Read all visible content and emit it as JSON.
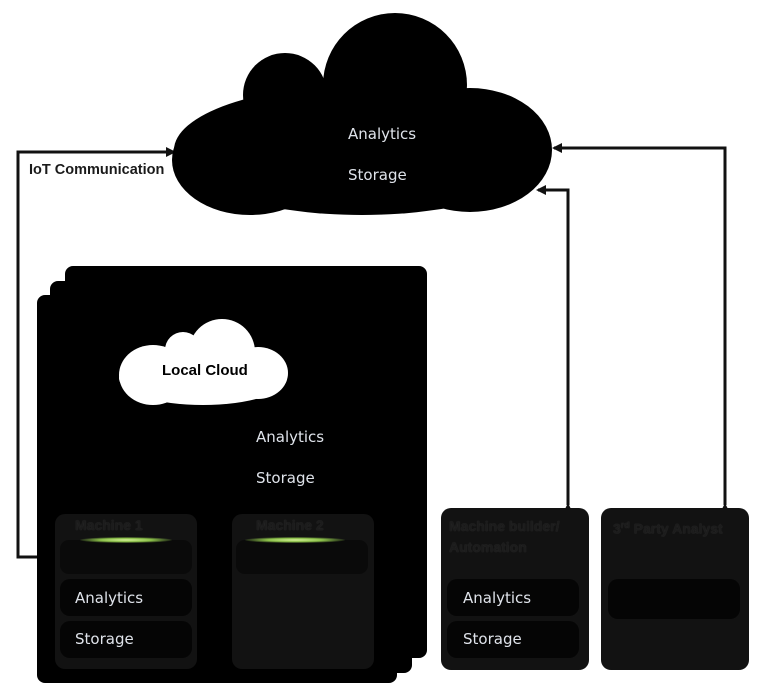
{
  "cloud": {
    "analytics": "Analytics",
    "storage": "Storage"
  },
  "iot_label": "IoT Communication",
  "local_site": {
    "cloud_label": "Local Cloud",
    "analytics": "Analytics",
    "storage": "Storage"
  },
  "machine1": {
    "title": "Machine 1",
    "analytics": "Analytics",
    "storage": "Storage"
  },
  "machine2": {
    "title": "Machine 2"
  },
  "builder": {
    "title_line1": "Machine builder/",
    "title_line2": "Automation",
    "analytics": "Analytics",
    "storage": "Storage"
  },
  "analyst": {
    "title_prefix": "3",
    "title_sup": "rd",
    "title_suffix": " Party Analyst"
  },
  "colors": {
    "glow": "#b6e07a",
    "connector": "#111111"
  }
}
